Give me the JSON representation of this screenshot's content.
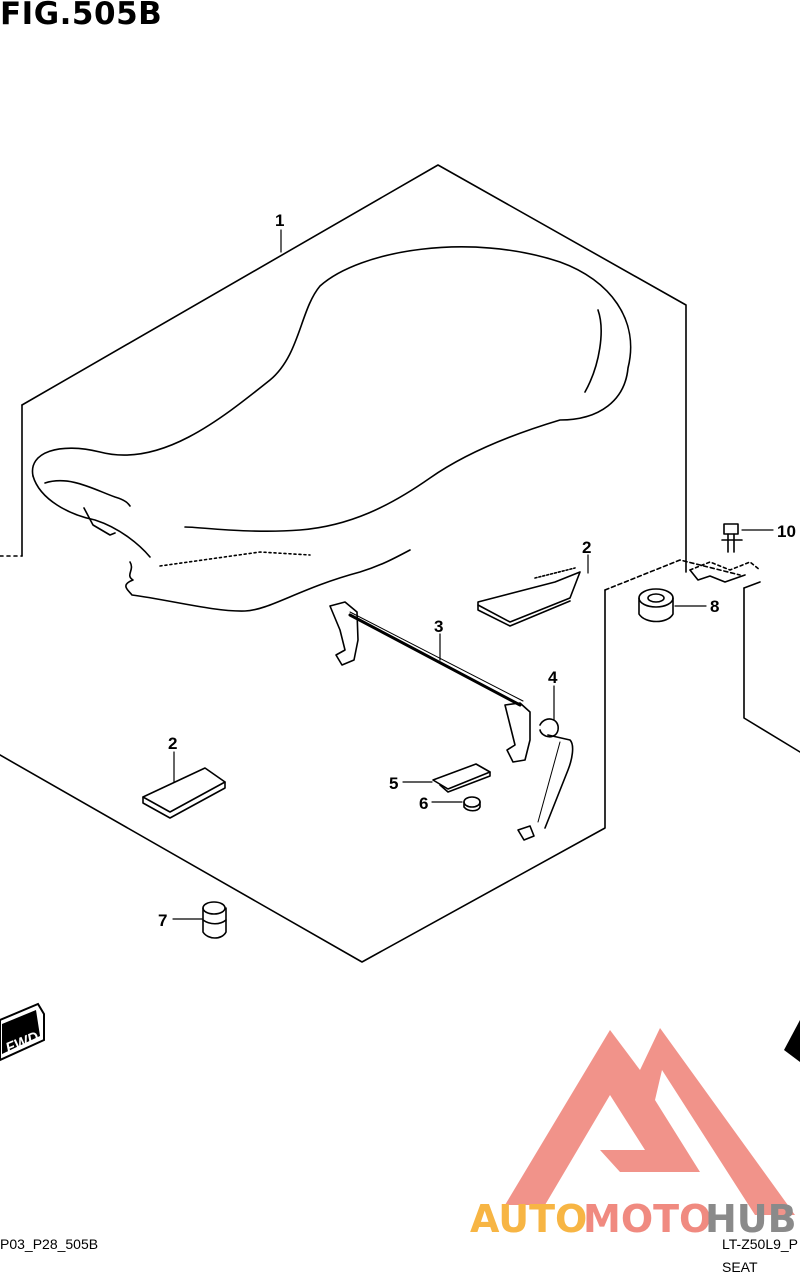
{
  "figure_title": "FIG.505B",
  "callouts": [
    {
      "id": "1",
      "label": "1"
    },
    {
      "id": "2a",
      "label": "2"
    },
    {
      "id": "2b",
      "label": "2"
    },
    {
      "id": "3",
      "label": "3"
    },
    {
      "id": "4",
      "label": "4"
    },
    {
      "id": "5",
      "label": "5"
    },
    {
      "id": "6",
      "label": "6"
    },
    {
      "id": "7",
      "label": "7"
    },
    {
      "id": "8",
      "label": "8"
    },
    {
      "id": "10",
      "label": "10"
    }
  ],
  "fwd_badge": "FWD",
  "footer": {
    "left_code": "P03_P28_505B",
    "right_code": "LT-Z50L9_P",
    "right_section": "SEAT"
  },
  "watermark": {
    "auto": "AUTO",
    "moto": "MOTO",
    "hub": "HUB",
    "colors": {
      "red": "#f08a80",
      "orange": "#f7b544",
      "gray": "#8a8a8a"
    }
  }
}
